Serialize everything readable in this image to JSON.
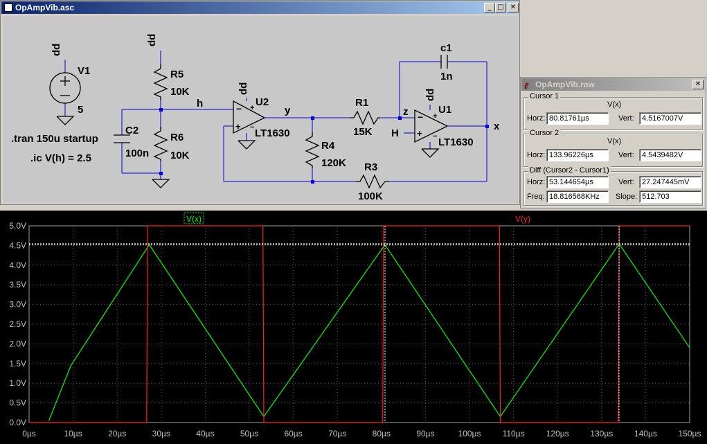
{
  "schematic_window": {
    "title": "OpAmpVib.asc",
    "buttons": {
      "minimize": "_",
      "maximize": "□",
      "close": "✕"
    },
    "directives": {
      "tran": ".tran 150u startup",
      "ic": ".ic V(h) = 2.5"
    },
    "components": {
      "V1": {
        "name": "V1",
        "value": "5"
      },
      "R5": {
        "name": "R5",
        "value": "10K"
      },
      "R6": {
        "name": "R6",
        "value": "10K"
      },
      "C2": {
        "name": "C2",
        "value": "100n"
      },
      "U2": {
        "name": "U2",
        "model": "LT1630"
      },
      "R4": {
        "name": "R4",
        "value": "120K"
      },
      "R1": {
        "name": "R1",
        "value": "15K"
      },
      "U1": {
        "name": "U1",
        "model": "LT1630"
      },
      "c1": {
        "name": "c1",
        "value": "1n"
      },
      "R3": {
        "name": "R3",
        "value": "100K"
      }
    },
    "nets": {
      "dd": "dd",
      "h": "h",
      "y": "y",
      "z": "z",
      "H": "H",
      "x": "x"
    }
  },
  "cursor_window": {
    "title": "OpAmpVib.raw",
    "close": "✕",
    "cursor1": {
      "title": "Cursor 1",
      "trace": "V(x)",
      "horz_label": "Horz:",
      "horz": "80.81761µs",
      "vert_label": "Vert:",
      "vert": "4.5167007V"
    },
    "cursor2": {
      "title": "Cursor 2",
      "trace": "V(x)",
      "horz_label": "Horz:",
      "horz": "133.96226µs",
      "vert_label": "Vert:",
      "vert": "4.5439482V"
    },
    "diff": {
      "title": "Diff (Cursor2 - Cursor1)",
      "horz_label": "Horz:",
      "horz": "53.144654µs",
      "vert_label": "Vert:",
      "vert": "27.247445mV",
      "freq_label": "Freq:",
      "freq": "18.816568KHz",
      "slope_label": "Slope:",
      "slope": "512.703"
    }
  },
  "colors": {
    "vx": "#00ff00",
    "vy": "#ff2020",
    "grid": "#606060",
    "bg": "#000000",
    "wire": "#0000cc",
    "junction": "#0000ff"
  },
  "chart_data": {
    "type": "line",
    "xlabel": "",
    "ylabel": "",
    "xlim": [
      0,
      150
    ],
    "ylim": [
      0,
      5
    ],
    "x_ticks": [
      "0µs",
      "10µs",
      "20µs",
      "30µs",
      "40µs",
      "50µs",
      "60µs",
      "70µs",
      "80µs",
      "90µs",
      "100µs",
      "110µs",
      "120µs",
      "130µs",
      "140µs",
      "150µs"
    ],
    "y_ticks": [
      "0.0V",
      "0.5V",
      "1.0V",
      "1.5V",
      "2.0V",
      "2.5V",
      "3.0V",
      "3.5V",
      "4.0V",
      "4.5V",
      "5.0V"
    ],
    "grid": true,
    "series": [
      {
        "name": "V(x)",
        "color": "#00ff00",
        "x": [
          4.5,
          9.5,
          27.3,
          53.3,
          80.8,
          107.0,
          134.0,
          150.0
        ],
        "y": [
          0.05,
          1.45,
          4.52,
          0.15,
          4.52,
          0.15,
          4.54,
          1.9
        ]
      },
      {
        "name": "V(y)",
        "color": "#ff2020",
        "x": [
          0,
          26.7,
          26.9,
          53.1,
          53.3,
          80.3,
          80.5,
          106.8,
          107.0,
          133.8,
          134.0,
          150
        ],
        "y": [
          0,
          0,
          5,
          5,
          0,
          0,
          5,
          5,
          0,
          0,
          5,
          5
        ]
      }
    ],
    "cursors": [
      {
        "x": 80.81761,
        "y": 4.5167007
      },
      {
        "x": 133.96226,
        "y": 4.5439482
      }
    ]
  }
}
